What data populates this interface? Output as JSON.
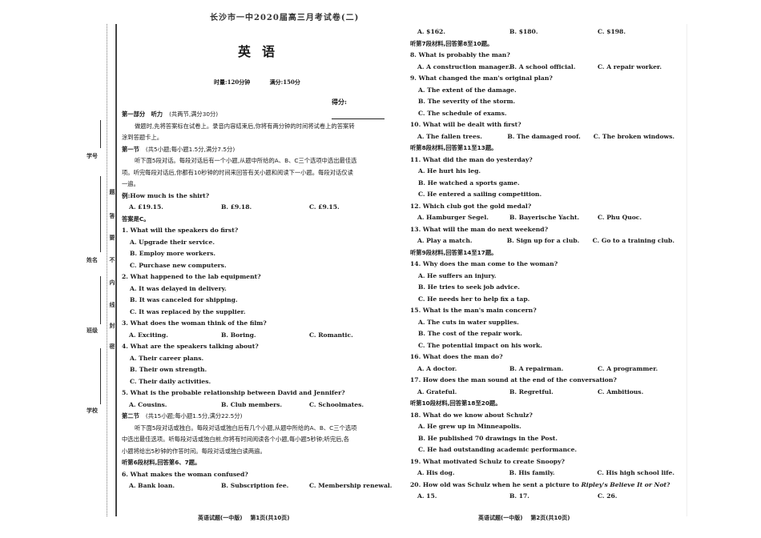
{
  "binding_margin": {
    "fields": [
      "学号",
      "姓名",
      "班级",
      "学校"
    ],
    "seal_text": [
      "密",
      "封",
      "线",
      "内",
      "不",
      "要",
      "答",
      "题"
    ]
  },
  "page1": {
    "exam_title": "长沙市一中2020届高三月考试卷(二)",
    "subject": "英语",
    "duration": "时量:120分钟",
    "full_score": "满分:150分",
    "score_label": "得分:",
    "part1": {
      "heading": "第一部分　听力",
      "note": "(共两节,满分30分)",
      "instructions": [
        "做题时,先将答案标在试卷上。录音内容结束后,你将有两分钟的时间将试卷上的答案转",
        "涂到答题卡上。"
      ]
    },
    "section1": {
      "heading": "第一节",
      "note": "(共5小题;每小题1.5分,满分7.5分)",
      "instructions": [
        "听下面5段对话。每段对话后有一个小题,从题中所给的A、B、C三个选项中选出最佳选",
        "项。听完每段对话后,你都有10秒钟的时间来回答有关小题和阅读下一小题。每段对话仅读",
        "一遍。"
      ],
      "example": {
        "question": "例:How much is the shirt?",
        "options": [
          "A. £19.15.",
          "B. £9.18.",
          "C. £9.15."
        ],
        "answer": "答案是C。"
      }
    },
    "questions_a": [
      {
        "q": "1. What will the speakers do first?",
        "options": [
          "A. Upgrade their service.",
          "B. Employ more workers.",
          "C. Purchase new computers."
        ],
        "layout": "stacked"
      },
      {
        "q": "2. What happened to the lab equipment?",
        "options": [
          "A. It was delayed in delivery.",
          "B. It was canceled for shipping.",
          "C. It was replaced by the supplier."
        ],
        "layout": "stacked"
      },
      {
        "q": "3. What does the woman think of the film?",
        "options": [
          "A. Exciting.",
          "B. Boring.",
          "C. Romantic."
        ],
        "layout": "row"
      },
      {
        "q": "4. What are the speakers talking about?",
        "options": [
          "A. Their career plans.",
          "B. Their own strength.",
          "C. Their daily activities."
        ],
        "layout": "stacked"
      },
      {
        "q": "5. What is the probable relationship between David and Jennifer?",
        "options": [
          "A. Cousins.",
          "B. Club members.",
          "C. Schoolmates."
        ],
        "layout": "row"
      }
    ],
    "section2": {
      "heading": "第二节",
      "note": "(共15小题;每小题1.5分,满分22.5分)",
      "instructions": [
        "听下面5段对话或独白。每段对话或独白后有几个小题,从题中所给的A、B、C三个选项",
        "中选出最佳选项。听每段对话或独白前,你将有时间阅读各个小题,每小题5秒钟;听完后,各",
        "小题将给出5秒钟的作答时间。每段对话或独白读两遍。"
      ],
      "material_6": "听第6段材料,回答第6、7题。"
    },
    "question_6": {
      "q": "6. What makes the woman confused?",
      "options": [
        "A. Bank loan.",
        "B. Subscription fee.",
        "C. Membership renewal."
      ]
    },
    "footer": {
      "title": "英语试题(一中版)",
      "page": "第1页(共10页)"
    }
  },
  "page2": {
    "q7_options": [
      "A. $162.",
      "B. $180.",
      "C. $198."
    ],
    "blocks": [
      {
        "type": "material",
        "text": "听第7段材料,回答第8至10题。"
      },
      {
        "type": "q",
        "q": "8. What is probably the man?",
        "options": [
          "A. A construction manager.",
          "B. A school official.",
          "C. A repair worker."
        ],
        "layout": "row"
      },
      {
        "type": "q",
        "q": "9. What changed the man's original plan?",
        "options": [
          "A. The extent of the damage.",
          "B. The severity of the storm.",
          "C. The schedule of exams."
        ],
        "layout": "stacked"
      },
      {
        "type": "q",
        "q": "10. What will be dealt with first?",
        "options": [
          "A. The fallen trees.",
          "B. The damaged roof.",
          "C. The broken windows."
        ],
        "layout": "row"
      },
      {
        "type": "material",
        "text": "听第8段材料,回答第11至13题。"
      },
      {
        "type": "q",
        "q": "11. What did the man do yesterday?",
        "options": [
          "A. He hurt his leg.",
          "B. He watched a sports game.",
          "C. He entered a sailing competition."
        ],
        "layout": "stacked"
      },
      {
        "type": "q",
        "q": "12. Which club got the gold medal?",
        "options": [
          "A. Hamburger Segel.",
          "B. Bayerische Yacht.",
          "C. Phu Quoc."
        ],
        "layout": "row"
      },
      {
        "type": "q",
        "q": "13. What will the man do next weekend?",
        "options": [
          "A. Play a match.",
          "B. Sign up for a club.",
          "C. Go to a training club."
        ],
        "layout": "row"
      },
      {
        "type": "material",
        "text": "听第9段材料,回答第14至17题。"
      },
      {
        "type": "q",
        "q": "14. Why does the man come to the woman?",
        "options": [
          "A. He suffers an injury.",
          "B. He tries to seek job advice.",
          "C. He needs her to help fix a tap."
        ],
        "layout": "stacked"
      },
      {
        "type": "q",
        "q": "15. What is the man's main concern?",
        "options": [
          "A. The cuts in water supplies.",
          "B. The cost of the repair work.",
          "C. The potential impact on his work."
        ],
        "layout": "stacked"
      },
      {
        "type": "q",
        "q": "16. What does the man do?",
        "options": [
          "A. A doctor.",
          "B. A repairman.",
          "C. A programmer."
        ],
        "layout": "row"
      },
      {
        "type": "q",
        "q": "17. How does the man sound at the end of the conversation?",
        "options": [
          "A. Grateful.",
          "B. Regretful.",
          "C. Ambitious."
        ],
        "layout": "row"
      },
      {
        "type": "material",
        "text": "听第10段材料,回答第18至20题。"
      },
      {
        "type": "q",
        "q": "18. What do we know about Schulz?",
        "options": [
          "A. He grew up in Minneapolis.",
          "B. He published 70 drawings in the Post.",
          "C. He had outstanding academic performance."
        ],
        "layout": "stacked"
      },
      {
        "type": "q",
        "q": "19. What motivated Schulz to create Snoopy?",
        "options": [
          "A. His dog.",
          "B. His family.",
          "C. His high school life."
        ],
        "layout": "row"
      }
    ],
    "question_20": {
      "prefix": "20. How old was Schulz when he sent a picture to ",
      "title_italic": "Ripley's Believe It or Not",
      "suffix": "?",
      "options": [
        "A. 15.",
        "B. 17.",
        "C. 26."
      ]
    },
    "footer": {
      "title": "英语试题(一中版)",
      "page": "第2页(共10页)"
    }
  }
}
